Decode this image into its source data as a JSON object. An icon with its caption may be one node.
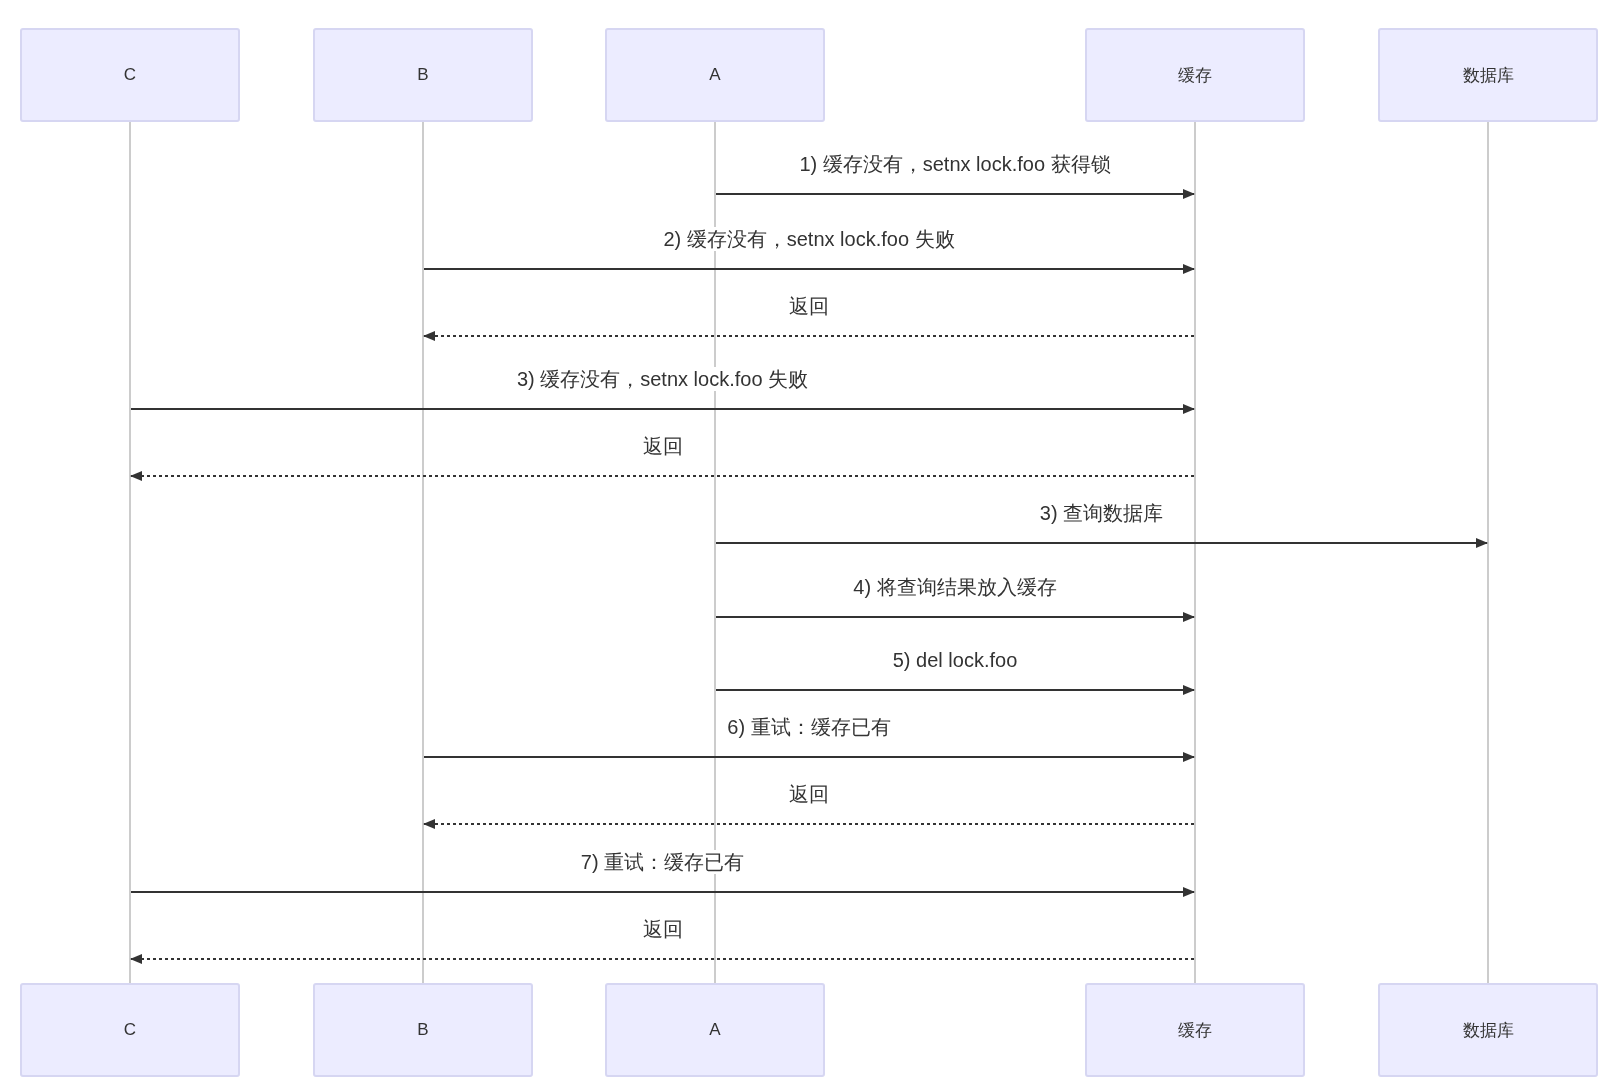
{
  "diagram": {
    "nodes": [
      {
        "text": [
          "C"
        ]
      },
      {
        "text": [
          "B"
        ]
      },
      {
        "text": [
          "A"
        ]
      },
      {
        "text": [
          "缓存"
        ]
      },
      {
        "text": [
          "数据库"
        ]
      },
      {
        "text": [
          "C"
        ]
      },
      {
        "text": [
          "B"
        ]
      },
      {
        "text": [
          "A"
        ]
      },
      {
        "text": [
          "缓存"
        ]
      },
      {
        "text": [
          "数据库"
        ]
      },
      {
        "text": [],
        "shape": "line"
      },
      {
        "text": [],
        "shape": "line"
      },
      {
        "text": [],
        "shape": "line"
      },
      {
        "text": [],
        "shape": "line"
      },
      {
        "text": [],
        "shape": "line"
      }
    ],
    "edges": [
      {
        "from": 12,
        "to": 13,
        "arrow": "to",
        "label": "1) 缓存没有，setnx lock.foo 获得锁"
      },
      {
        "from": 11,
        "to": 13,
        "arrow": "to",
        "label": "2) 缓存没有，setnx lock.foo 失败"
      },
      {
        "from": 13,
        "to": 11,
        "arrow": "to",
        "label": "返回",
        "style": "dashed"
      },
      {
        "from": 10,
        "to": 13,
        "arrow": "to",
        "label": "3) 缓存没有，setnx lock.foo 失败"
      },
      {
        "from": 13,
        "to": 10,
        "arrow": "to",
        "label": "返回",
        "style": "dashed"
      },
      {
        "from": 12,
        "to": 14,
        "arrow": "to",
        "label": "3) 查询数据库"
      },
      {
        "from": 12,
        "to": 13,
        "arrow": "to",
        "label": "4) 将查询结果放入缓存"
      },
      {
        "from": 12,
        "to": 13,
        "arrow": "to",
        "label": "5) del lock.foo"
      },
      {
        "from": 11,
        "to": 13,
        "arrow": "to",
        "label": "6) 重试：缓存已有"
      },
      {
        "from": 13,
        "to": 11,
        "arrow": "to",
        "label": "返回",
        "style": "dashed"
      },
      {
        "from": 10,
        "to": 13,
        "arrow": "to",
        "label": "7) 重试：缓存已有"
      },
      {
        "from": 13,
        "to": 10,
        "arrow": "to",
        "label": "返回",
        "style": "dashed"
      }
    ]
  }
}
